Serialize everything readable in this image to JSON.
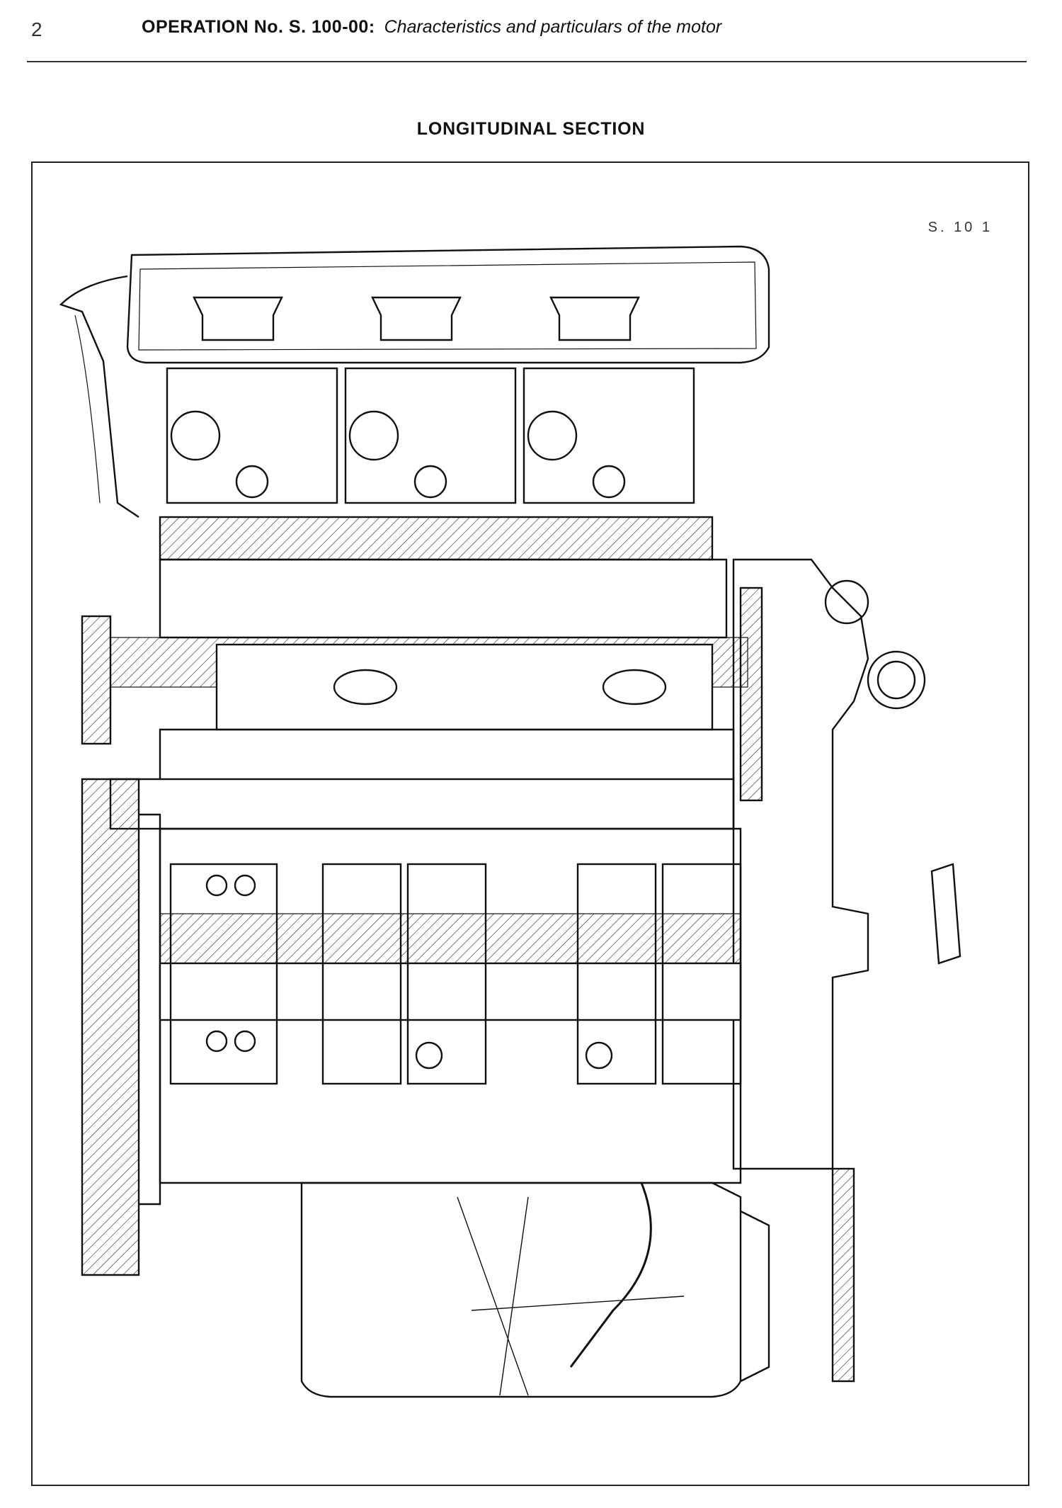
{
  "page": {
    "number": "2",
    "operation": "OPERATION No. S. 100-00:",
    "subject": "Characteristics and particulars of the motor"
  },
  "section": {
    "title": "LONGITUDINAL SECTION"
  },
  "figure": {
    "reference": "S. 10 1"
  }
}
